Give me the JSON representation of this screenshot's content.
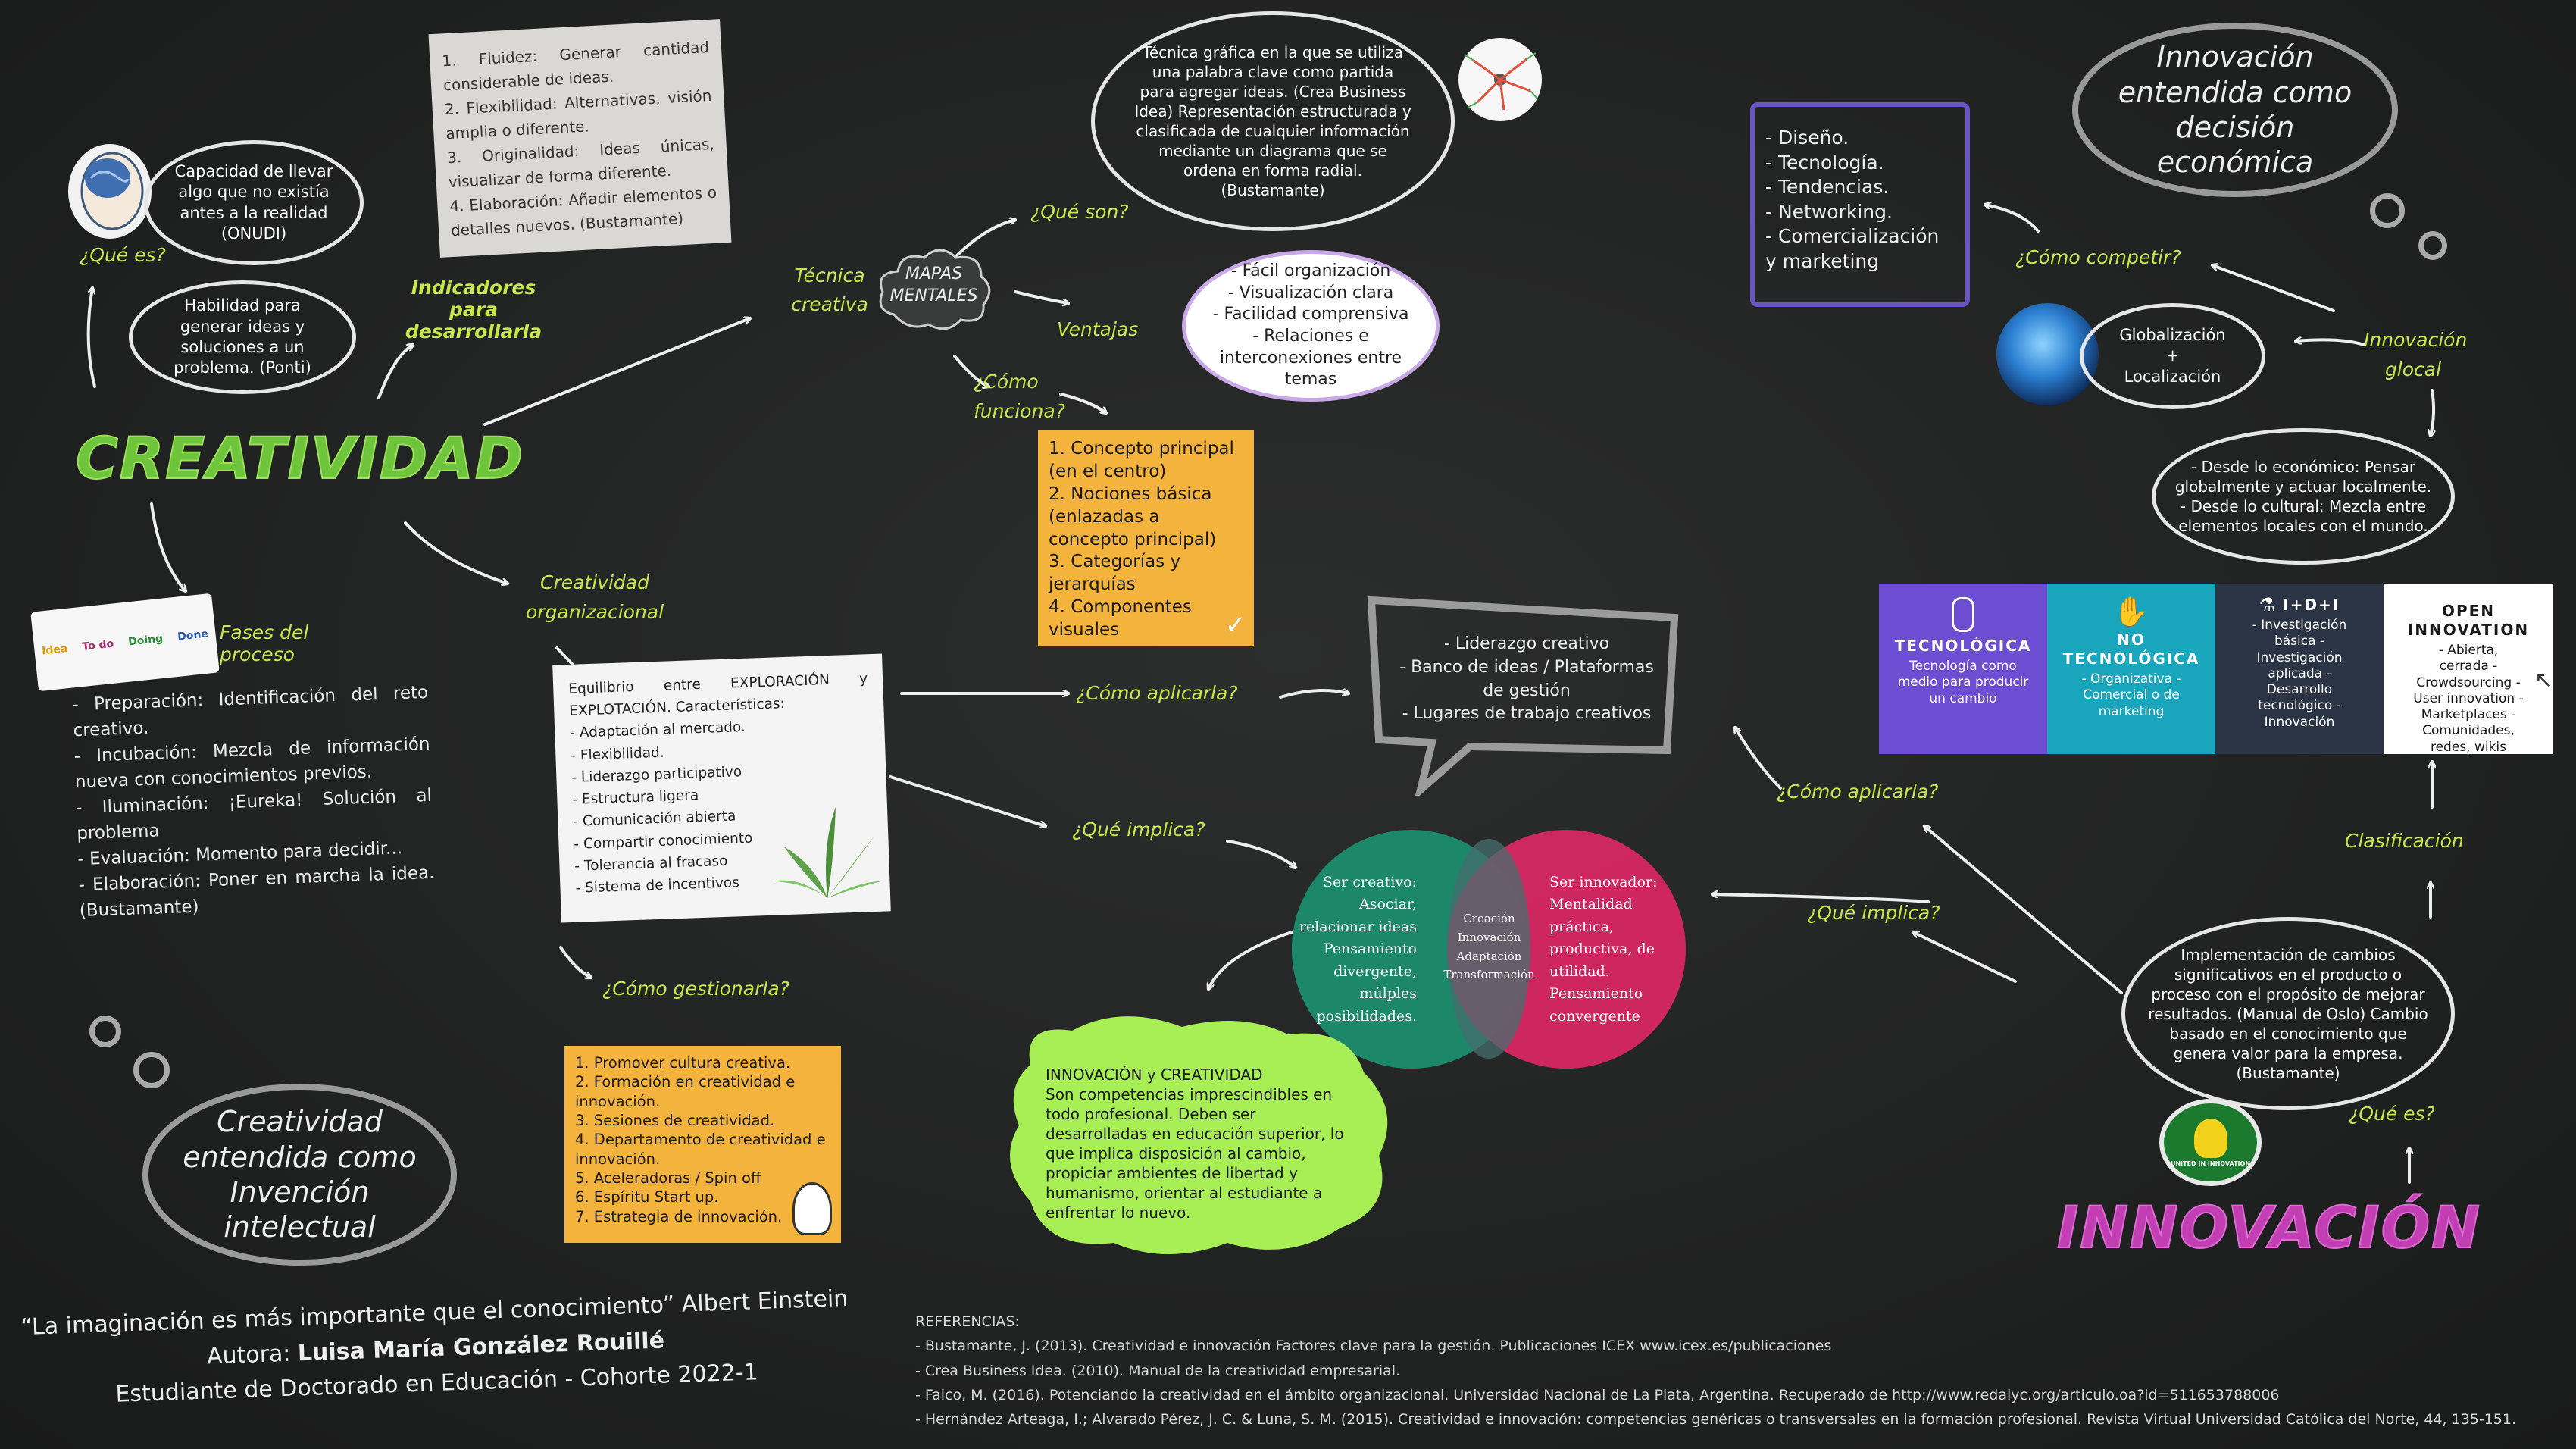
{
  "creatividad": {
    "title": "CREATIVIDAD",
    "que_es_label": "¿Qué es?",
    "definition_1": "Capacidad de llevar algo que no existía antes a la realidad (ONUDI)",
    "definition_2": "Habilidad para generar ideas y soluciones a un problema. (Ponti)",
    "indicadores_label": "Indicadores para desarrollarla",
    "indicadores": [
      "1. Fluidez: Generar cantidad considerable de ideas.",
      "2. Flexibilidad: Alternativas, visión amplia o diferente.",
      "3. Originalidad: Ideas únicas, visualizar de forma diferente.",
      "4. Elaboración: Añadir elementos o detalles nuevos. (Bustamante)"
    ],
    "fases_label": "Fases del proceso",
    "fases_icons": [
      "Idea",
      "To do",
      "Doing",
      "Done"
    ],
    "fases": [
      "- Preparación: Identificación del reto creativo.",
      "- Incubación: Mezcla de información nueva con conocimientos previos.",
      "- Iluminación: ¡Eureka! Solución al problema",
      "- Evaluación: Momento para decidir...",
      "- Elaboración: Poner en marcha la idea. (Bustamante)"
    ],
    "invencion": "Creatividad entendida como Invención intelectual"
  },
  "tecnica": {
    "label": "Técnica creativa",
    "cloud": "MAPAS MENTALES",
    "que_son_label": "¿Qué son?",
    "que_son_text": "Técnica gráfica en la que se utiliza una palabra clave como partida para agregar ideas. (Crea Business Idea) Representación estructurada y clasificada de cualquier información mediante un diagrama que se ordena en forma radial. (Bustamante)",
    "ventajas_label": "Ventajas",
    "ventajas": [
      "- Fácil organización",
      "- Visualización clara",
      "- Facilidad comprensiva",
      "- Relaciones e interconexiones entre temas"
    ],
    "como_funciona_label": "¿Cómo funciona?",
    "pasos": [
      "1. Concepto principal (en el centro)",
      "2. Nociones básica (enlazadas a concepto principal)",
      "3. Categorías y jerarquías",
      "4. Componentes visuales"
    ]
  },
  "organizacional": {
    "label": "Creatividad organizacional",
    "intro": "Equilibrio entre EXPLORACIÓN y EXPLOTACIÓN. Características:",
    "caracteristicas": [
      "- Adaptación al mercado.",
      "- Flexibilidad.",
      "- Liderazgo participativo",
      "- Estructura ligera",
      "- Comunicación abierta",
      "- Compartir conocimiento",
      "- Tolerancia al fracaso",
      "- Sistema de incentivos"
    ],
    "como_aplicarla_label": "¿Cómo aplicarla?",
    "aplicar": [
      "- Liderazgo creativo",
      "- Banco de ideas / Plataformas de gestión",
      "- Lugares de trabajo creativos"
    ],
    "que_implica_label": "¿Qué implica?",
    "como_gestionarla_label": "¿Cómo gestionarla?",
    "gestionar": [
      "1. Promover cultura creativa.",
      "2. Formación en creatividad e innovación.",
      "3. Sesiones de creatividad.",
      "4. Departamento de creatividad e innovación.",
      "5. Aceleradoras / Spin off",
      "6. Espíritu Start up.",
      "7. Estrategia de innovación."
    ]
  },
  "venn": {
    "left": "Ser creativo: Asociar, relacionar ideas Pensamiento divergente, múlples posibilidades.",
    "center": [
      "Creación",
      "Innovación",
      "Adaptación",
      "Transformación"
    ],
    "right": "Ser innovador: Mentalidad práctica, productiva, de utilidad. Pensamiento convergente"
  },
  "conclusion": {
    "title": "INNOVACIÓN y CREATIVIDAD",
    "text": "Son competencias imprescindibles en todo profesional. Deben ser desarrolladas en educación superior, lo que implica disposición al cambio, propiciar ambientes de libertad y humanismo, orientar al estudiante a enfrentar lo nuevo."
  },
  "innovacion": {
    "title": "INNOVACIÓN",
    "decision": "Innovación entendida como decisión económica",
    "competir_label": "¿Cómo competir?",
    "competir": [
      "- Diseño.",
      "- Tecnología.",
      "- Tendencias.",
      "- Networking.",
      "- Comercialización y marketing"
    ],
    "glocal_label": "Innovación glocal",
    "glocal_bubble": [
      "Globalización",
      "+",
      "Localización"
    ],
    "glocal_text_1": "- Desde lo económico: Pensar globalmente y actuar localmente.",
    "glocal_text_2": "- Desde lo cultural: Mezcla entre elementos locales con el mundo.",
    "clasificacion_label": "Clasificación",
    "como_aplicarla_label": "¿Cómo aplicarla?",
    "que_implica_label": "¿Qué implica?",
    "que_es_label": "¿Qué es?",
    "definicion": "Implementación de cambios significativos en el producto o proceso con el propósito de mejorar resultados. (Manual de Oslo) Cambio basado en el conocimiento que genera valor para la empresa. (Bustamante)",
    "badge": "UNITED IN INNOVATION",
    "tipos": [
      {
        "title": "TECNOLÓGICA",
        "text": "Tecnología como medio para producir un cambio"
      },
      {
        "title": "NO TECNOLÓGICA",
        "text": "- Organizativa - Comercial o de marketing"
      },
      {
        "title": "I+D+I",
        "text": "- Investigación básica - Investigación aplicada - Desarrollo tecnológico - Innovación"
      },
      {
        "title": "OPEN INNOVATION",
        "text": "- Abierta, cerrada - Crowdsourcing - User innovation - Marketplaces - Comunidades, redes, wikis"
      }
    ]
  },
  "footer": {
    "quote": "“La imaginación es más importante que el conocimiento” Albert Einstein",
    "autora_label": "Autora:",
    "autora": "Luisa María González Rouillé",
    "estudiante": "Estudiante de Doctorado en Educación - Cohorte 2022-1",
    "ref_title": "REFERENCIAS:",
    "refs": [
      "- Bustamante, J. (2013). Creatividad e innovación Factores clave para la gestión. Publicaciones ICEX www.icex.es/publicaciones",
      "- Crea Business Idea. (2010). Manual de la creatividad empresarial.",
      "- Falco, M. (2016). Potenciando la creatividad en el ámbito organizacional. Universidad Nacional de La Plata, Argentina. Recuperado de http://www.redalyc.org/articulo.oa?id=511653788006",
      "- Hernández Arteaga, I.; Alvarado Pérez, J. C. & Luna, S. M. (2015). Creatividad e innovación: competencias genéricas o transversales en la formación profesional. Revista Virtual Universidad Católica del Norte, 44, 135-151."
    ]
  }
}
